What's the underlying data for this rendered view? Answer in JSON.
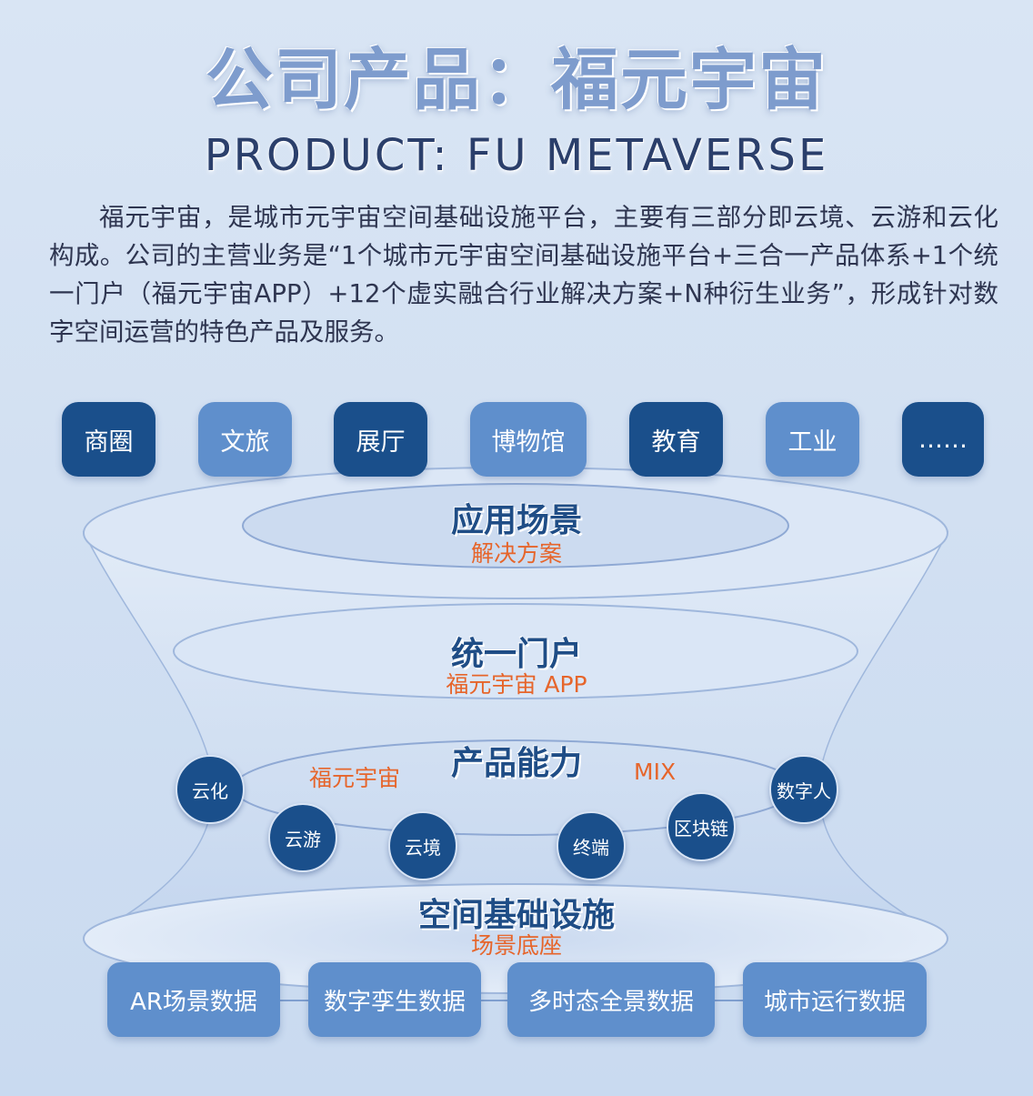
{
  "header": {
    "title": "公司产品：福元宇宙",
    "subtitle": "PRODUCT: FU METAVERSE"
  },
  "description": "福元宇宙，是城市元宇宙空间基础设施平台，主要有三部分即云境、云游和云化构成。公司的主营业务是“1个城市元宇宙空间基础设施平台+三合一产品体系+1个统一门户（福元宇宙APP）+12个虚实融合行业解决方案+N种衍生业务”，形成针对数字空间运营的特色产品及服务。",
  "scenarios": [
    "商圈",
    "文旅",
    "展厅",
    "博物馆",
    "教育",
    "工业",
    "……"
  ],
  "layers": {
    "application": {
      "title": "应用场景",
      "sub": "解决方案"
    },
    "portal": {
      "title": "统一门户",
      "sub": "福元宇宙 APP"
    },
    "capability": {
      "title": "产品能力",
      "left_label": "福元宇宙",
      "right_label": "MIX"
    },
    "infrastructure": {
      "title": "空间基础设施",
      "sub": "场景底座"
    }
  },
  "capability_nodes": [
    "云化",
    "云游",
    "云境",
    "终端",
    "区块链",
    "数字人"
  ],
  "data_sources": [
    "AR场景数据",
    "数字孪生数据",
    "多时态全景数据",
    "城市运行数据"
  ],
  "colors": {
    "dark_blue": "#1a4f8b",
    "light_blue": "#5f8fcc",
    "accent_orange": "#e6652b"
  }
}
